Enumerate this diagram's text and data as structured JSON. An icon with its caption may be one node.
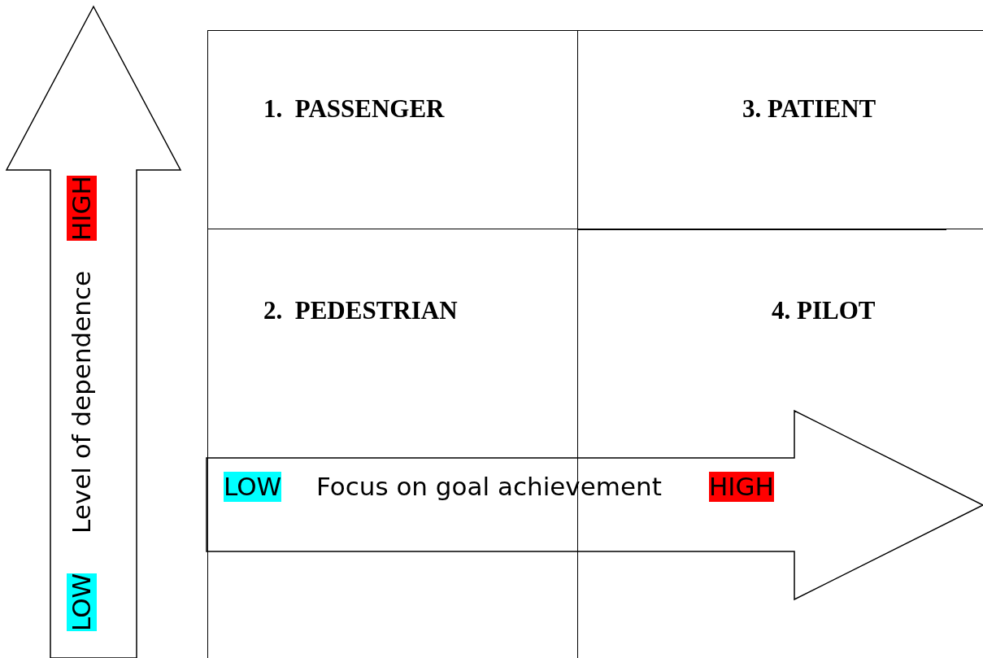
{
  "diagram": {
    "nodes": [
      {
        "text": [
          "LOW",
          "Level of dependence",
          "HIGH"
        ]
      },
      {
        "text": [
          "1.  PASSENGER"
        ]
      },
      {
        "text": [
          "3. PATIENT"
        ]
      },
      {
        "text": [
          "2.  PEDESTRIAN"
        ]
      },
      {
        "text": [
          "4. PILOT"
        ]
      },
      {
        "text": [
          "LOW",
          "Focus on goal achievement",
          "HIGH"
        ]
      }
    ]
  }
}
